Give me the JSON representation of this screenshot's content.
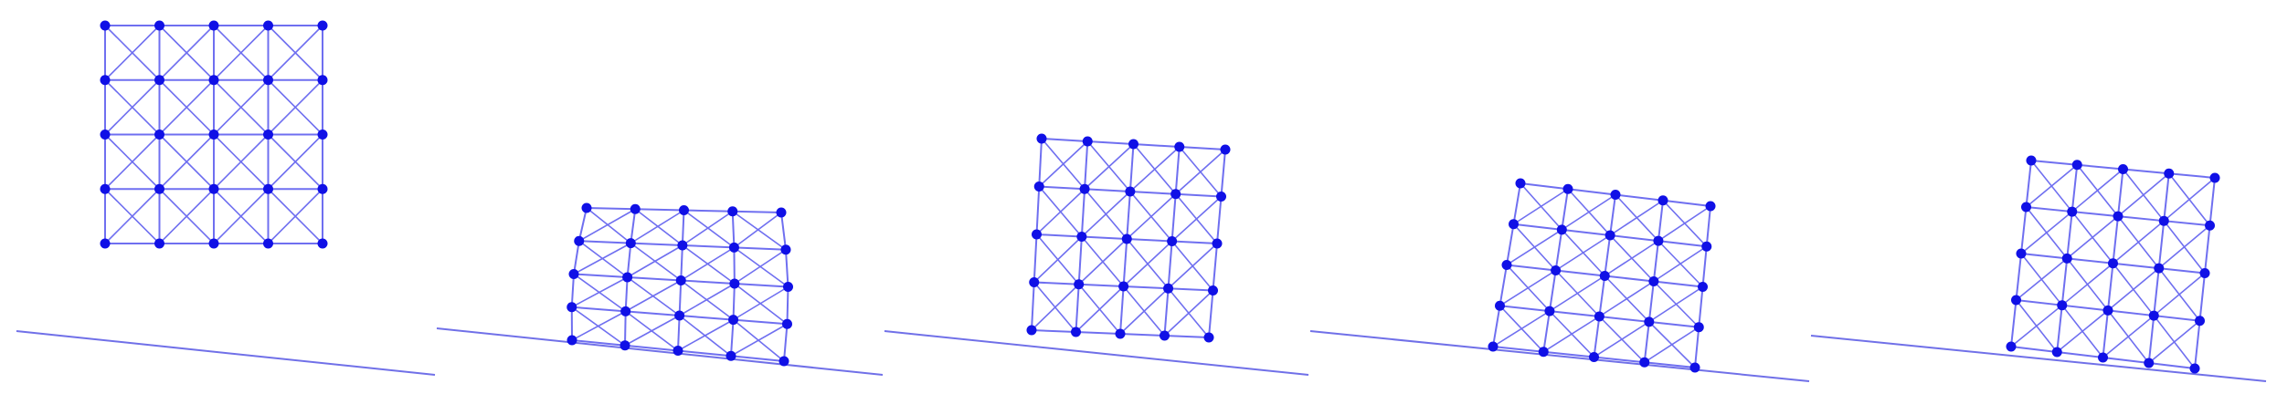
{
  "diagram": {
    "colors": {
      "mesh": "#6f6ff0",
      "node": "#1010e6",
      "ground": "#7070e8",
      "background": "#ffffff"
    },
    "grid": {
      "rows": 5,
      "cols": 5,
      "cross_braced": true
    },
    "panels": [
      {
        "id": "frame-1",
        "state": "undeformed-falling"
      },
      {
        "id": "frame-2",
        "state": "compressed-on-ground"
      },
      {
        "id": "frame-3",
        "state": "rebounded"
      },
      {
        "id": "frame-4",
        "state": "sheared-on-ground"
      },
      {
        "id": "frame-5",
        "state": "sliding"
      }
    ]
  }
}
